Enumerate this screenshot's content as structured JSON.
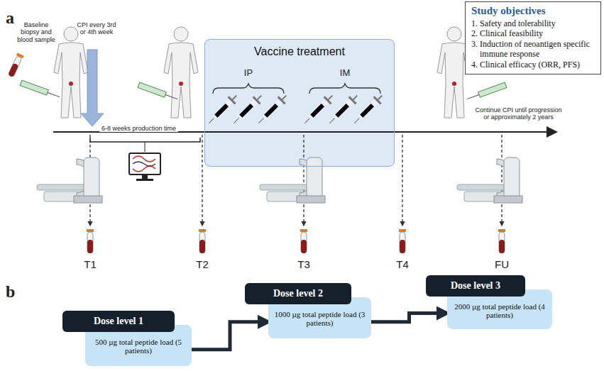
{
  "diagram": {
    "nodes": [
      {
        "text": [
          "Study objectives",
          "1. Safety and tolerability",
          "2. Clinical feasibility",
          "3. Induction of neoantigen specific immune response",
          "4. Clinical efficacy (ORR, PFS)"
        ]
      },
      {
        "text": [
          "Vaccine treatment"
        ]
      },
      {
        "text": [
          "Dose level 1"
        ]
      },
      {
        "text": [
          "500 µg total peptide load (5 patients)"
        ]
      },
      {
        "text": [
          "Dose level 2"
        ]
      },
      {
        "text": [
          "1000 µg total peptide load (3 patients)"
        ]
      },
      {
        "text": [
          "Dose level 3"
        ]
      },
      {
        "text": [
          "2000 µg total peptide load (4 patients)"
        ]
      }
    ],
    "edges": [
      {
        "from": 3,
        "to": 5,
        "arrow": "to"
      },
      {
        "from": 5,
        "to": 7,
        "arrow": "to"
      }
    ],
    "labels": [
      "a",
      "b",
      "Baseline biopsy and blood sample",
      "CPI every 3rd or 4th week",
      "6-8 weeks production time",
      "IP",
      "IM",
      "Continue CPI until progression or approximately 2 years",
      "T1",
      "T2",
      "T3",
      "T4",
      "FU"
    ]
  }
}
